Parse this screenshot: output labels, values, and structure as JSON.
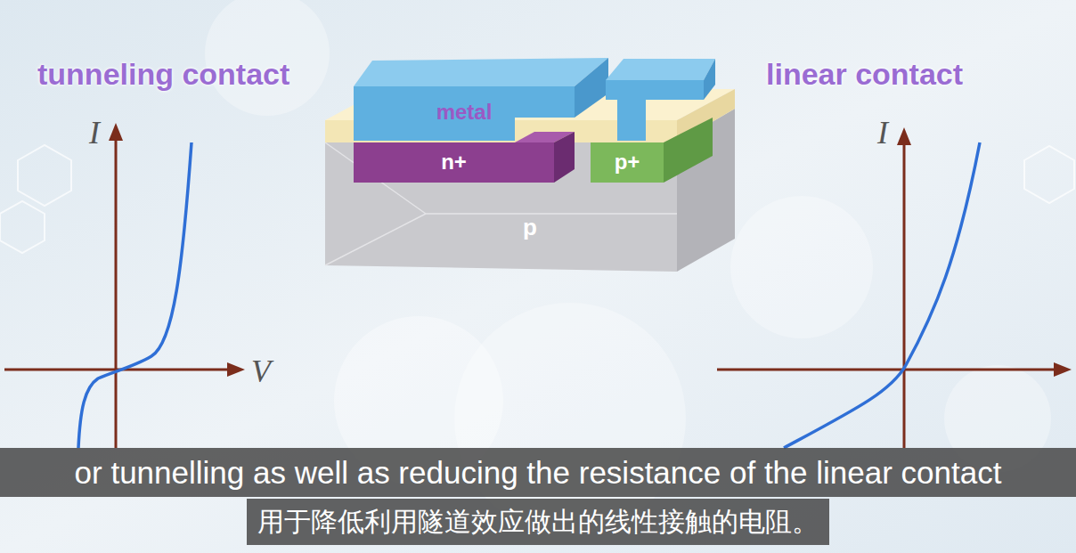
{
  "diagram": {
    "nodes": [
      {
        "text": [
          "metal"
        ]
      },
      {
        "text": [
          "p"
        ]
      },
      {
        "text": [
          "n+"
        ],
        "in": 1
      },
      {
        "text": [
          "p+"
        ],
        "in": 1
      },
      {
        "text": [
          "or tunnelling as well as reducing the resistance of the linear contact"
        ]
      },
      {
        "text": [
          "用于降低利用隧道效应做出的线性接触的电阻。"
        ]
      }
    ],
    "labels": [
      "tunneling contact",
      "linear contact",
      "I",
      "V",
      "I"
    ]
  }
}
